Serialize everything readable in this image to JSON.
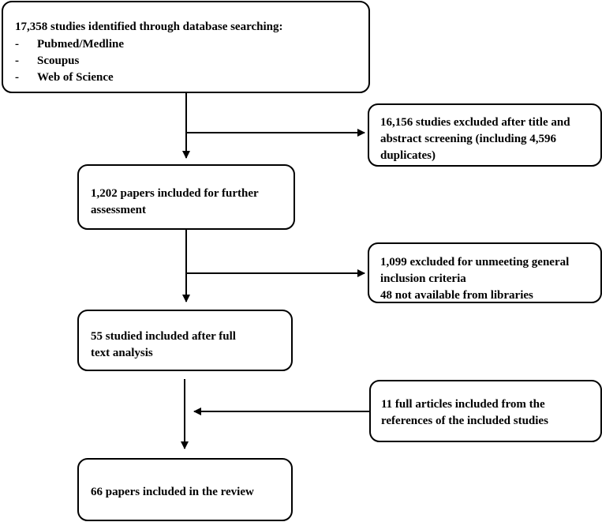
{
  "flow": {
    "identification": {
      "heading": "17,358 studies identified through database searching:",
      "sources": [
        {
          "marker": "-",
          "label": "Pubmed/Medline"
        },
        {
          "marker": "-",
          "label": "Scoupus"
        },
        {
          "marker": "-",
          "label": "Web of Science"
        }
      ]
    },
    "excluded_screening": {
      "lines": [
        "16,156 studies excluded after title and",
        "abstract screening (including 4,596",
        "duplicates)"
      ]
    },
    "assessment": {
      "lines": [
        "1,202 papers included for further",
        "assessment"
      ]
    },
    "excluded_inclusion": {
      "lines": [
        "1,099 excluded for unmeeting general",
        "inclusion criteria",
        "48 not available from libraries"
      ]
    },
    "full_text": {
      "lines": [
        "55 studied included after full",
        "text analysis"
      ]
    },
    "references": {
      "lines": [
        "11 full articles included from the",
        "references of the included studies"
      ]
    },
    "final": {
      "lines": [
        "66 papers included in the review"
      ]
    }
  }
}
